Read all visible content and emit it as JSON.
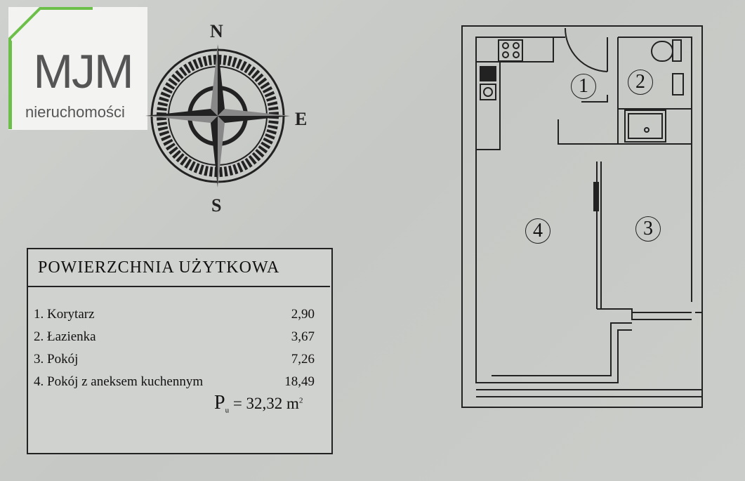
{
  "logo": {
    "mark": "MJM",
    "subtitle": "nieruchomości",
    "accent_color": "#6cc04a"
  },
  "compass": {
    "north": "N",
    "east": "E",
    "south": "S"
  },
  "area_table": {
    "title": "POWIERZCHNIA UŻYTKOWA",
    "rooms": [
      {
        "label": "1. Korytarz",
        "value": "2,90"
      },
      {
        "label": "2. Łazienka",
        "value": "3,67"
      },
      {
        "label": "3. Pokój",
        "value": "7,26"
      },
      {
        "label": "4. Pokój z aneksem kuchennym",
        "value": "18,49"
      }
    ],
    "total_symbol": "P",
    "total_subscript": "u",
    "total_value": "= 32,32 m",
    "total_superscript": "2"
  },
  "plan": {
    "room_numbers": [
      "1",
      "2",
      "3",
      "4"
    ]
  }
}
